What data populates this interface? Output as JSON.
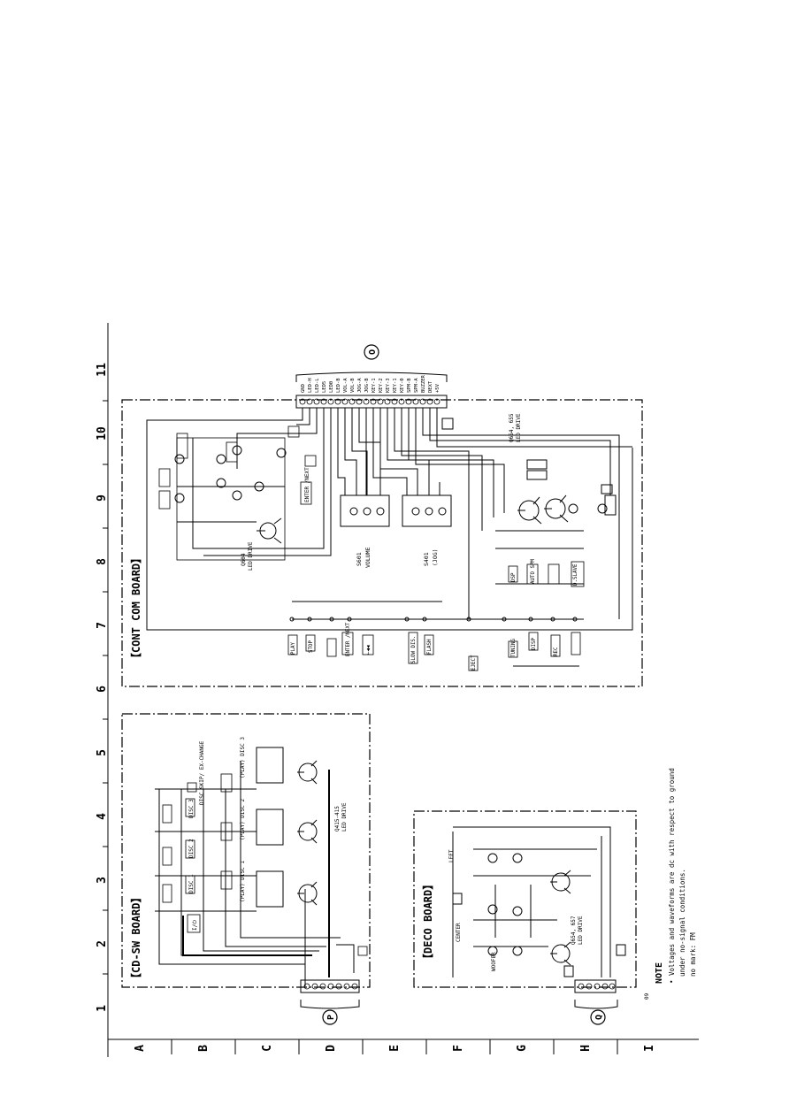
{
  "page": {
    "doc_id": "09"
  },
  "grid": {
    "columns": [
      "1",
      "2",
      "3",
      "4",
      "5",
      "6",
      "7",
      "8",
      "9",
      "10",
      "11"
    ],
    "rows": [
      "A",
      "B",
      "C",
      "D",
      "E",
      "F",
      "G",
      "H",
      "I"
    ]
  },
  "boards": {
    "cont_com": "【CONT COM BOARD】",
    "cd_sw": "【CD-SW BOARD】",
    "deco": "【DECO BOARD】"
  },
  "connectors": {
    "o": "O",
    "p": "P",
    "q": "Q"
  },
  "cont_com_pins": [
    "GND",
    "LED-H",
    "LED-L",
    "LED5",
    "LED0",
    "LED-B",
    "VOL-A",
    "VOL-B",
    "JOG-A",
    "JOG-B",
    "KEY-1",
    "KEY-2",
    "KEY-3",
    "KEY-1",
    "KEY-0",
    "SPM-B",
    "SPM-A",
    "BUZZER",
    "DEXT",
    "+5V"
  ],
  "cont_com_labels": {
    "sw_vol": "S601",
    "vol_name": "VOLUME",
    "sw_jog": "S401",
    "jog_name": "(JOG)",
    "led_drive_1": "Q604",
    "led_drive_1_text": "LED DRIVE",
    "led_drive_2": "Q654, 655",
    "led_drive_2_text": "LED DRIVE",
    "btn_enter": "ENTER /NEXT",
    "btn_auto": "AUTO SPM",
    "btn_dsp": "DSP",
    "btn_d_slave": "D.SLAVE",
    "btn_play": "PLAY",
    "btn_stop": "STOP",
    "btn_next_b": "ENTER /NEXT",
    "btn_prev": "←◀◀",
    "btn_slow_dis": "SLOW DIS.",
    "btn_flash": "FLASH",
    "btn_eject": "EJECT",
    "btn_tuning": "TUNING",
    "btn_disp": "DISP",
    "btn_rec": "REC"
  },
  "cd_sw_labels": {
    "btn_power": "I/⏻",
    "disc_skip": "DISC SKIP/ EX-CHANGE",
    "disc1": "DISC 1",
    "disc2": "DISC 2",
    "disc3": "DISC 3",
    "led_disc1": "(PLAY) DISC 1",
    "led_disc2": "(PLAY) DISC 2",
    "led_disc3": "(PLAY) DISC 3",
    "q_drive": "Q415-415",
    "q_drive_text": "LED DRIVE"
  },
  "deco_labels": {
    "left": "LEFT",
    "center": "CENTER",
    "woofer": "WOOFER",
    "led_drive": "Q654, 657",
    "led_drive_text": "LED DRIVE"
  },
  "note": {
    "title": "NOTE",
    "text1": "• Voltages and waveforms are dc with respect to ground",
    "text2": "under no-signal conditions.",
    "text3": "no mark: FM"
  }
}
